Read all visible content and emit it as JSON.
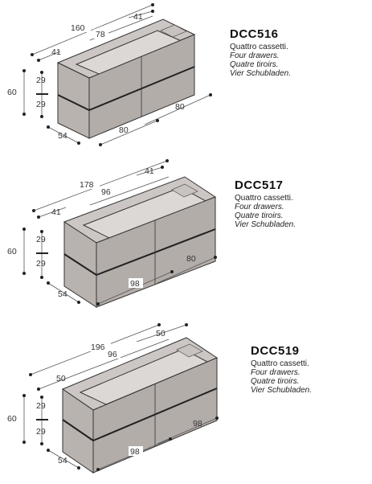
{
  "cabinets": [
    {
      "code": "DCC516",
      "desc": [
        "Quattro cassetti.",
        "Four drawers.",
        "Quatre tiroirs.",
        "Vier Schubladen."
      ],
      "dims": {
        "total_width": "160",
        "sink_width": "78",
        "sink_depth": "41",
        "side_offset": "41",
        "height": "60",
        "upper": "29",
        "lower": "29",
        "front_right": "80",
        "front_bottom": "80",
        "depth": "54"
      }
    },
    {
      "code": "DCC517",
      "desc": [
        "Quattro cassetti.",
        "Four drawers.",
        "Quatre tiroirs.",
        "Vier Schubladen."
      ],
      "dims": {
        "total_width": "178",
        "sink_width": "96",
        "sink_depth": "41",
        "side_offset": "41",
        "height": "60",
        "upper": "29",
        "lower": "29",
        "front_right": "80",
        "front_bottom": "98",
        "depth": "54"
      }
    },
    {
      "code": "DCC519",
      "desc": [
        "Quattro cassetti.",
        "Four drawers.",
        "Quatre tiroirs.",
        "Vier Schubladen."
      ],
      "dims": {
        "total_width": "196",
        "sink_width": "96",
        "sink_depth": "50",
        "side_offset": "50",
        "height": "60",
        "upper": "29",
        "lower": "29",
        "front_right": "98",
        "front_bottom": "98",
        "depth": "54"
      }
    }
  ],
  "colors": {
    "body": "#b9b3b0",
    "body_dark": "#a29c99",
    "top": "#ccc7c4",
    "basin": "#dcd8d5",
    "line": "#333333"
  }
}
